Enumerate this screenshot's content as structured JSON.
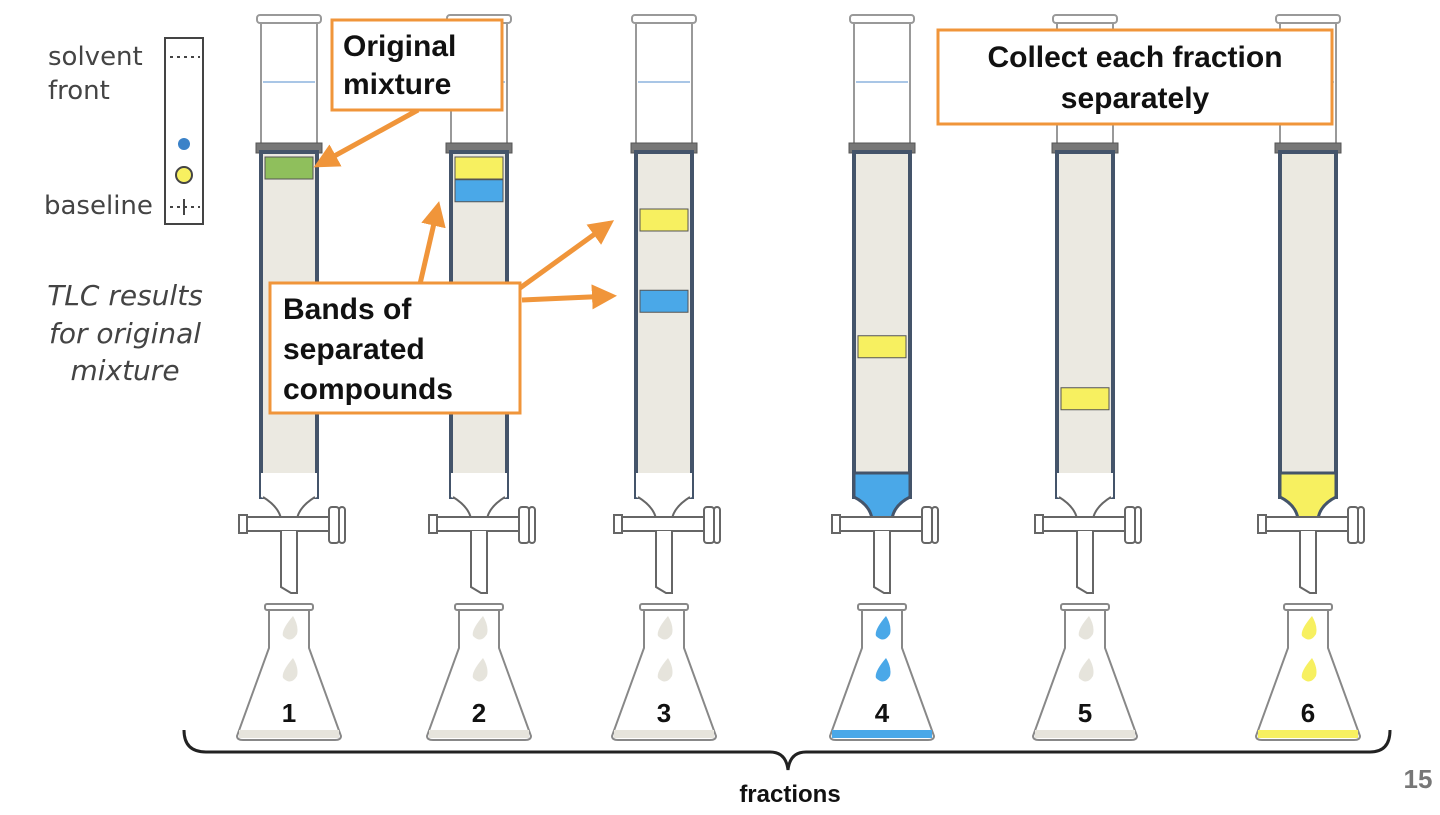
{
  "tlc": {
    "solvent_label_1": "solvent",
    "solvent_label_2": "front",
    "baseline_label": "baseline",
    "caption_lines": [
      "TLC results",
      "for original",
      "mixture"
    ],
    "spot_colors": [
      "#3b82c8",
      "#f7f060"
    ]
  },
  "callouts": {
    "original_mixture": [
      "Original",
      "mixture"
    ],
    "bands": [
      "Bands of",
      "separated",
      "compounds"
    ],
    "collect": [
      "Collect each fraction",
      "separately"
    ]
  },
  "columns": [
    {
      "bands": [
        {
          "color": "#8fbf5c",
          "position": 0.0
        }
      ],
      "outflow": "none",
      "flask_label": "1",
      "flask_fill": "none"
    },
    {
      "bands": [
        {
          "color": "#f7f060",
          "position": 0.0
        },
        {
          "color": "#4aa8e8",
          "position": 0.07
        }
      ],
      "outflow": "none",
      "flask_label": "2",
      "flask_fill": "none"
    },
    {
      "bands": [
        {
          "color": "#f7f060",
          "position": 0.16
        },
        {
          "color": "#4aa8e8",
          "position": 0.41
        }
      ],
      "outflow": "none",
      "flask_label": "3",
      "flask_fill": "none"
    },
    {
      "bands": [
        {
          "color": "#f7f060",
          "position": 0.55
        }
      ],
      "outflow": "#4aa8e8",
      "flask_label": "4",
      "flask_fill": "#4aa8e8"
    },
    {
      "bands": [
        {
          "color": "#f7f060",
          "position": 0.71
        }
      ],
      "outflow": "none",
      "flask_label": "5",
      "flask_fill": "none"
    },
    {
      "bands": [],
      "outflow": "#f7f060",
      "flask_label": "6",
      "flask_fill": "#f7f060"
    }
  ],
  "fractions_label": "fractions",
  "page_number": "15",
  "colors": {
    "callout_border": "#f0953a",
    "arrow": "#f0953a",
    "column_outline": "#44546a",
    "column_fill": "#ebe9e1",
    "neutral_drop": "#e6e4dc"
  }
}
